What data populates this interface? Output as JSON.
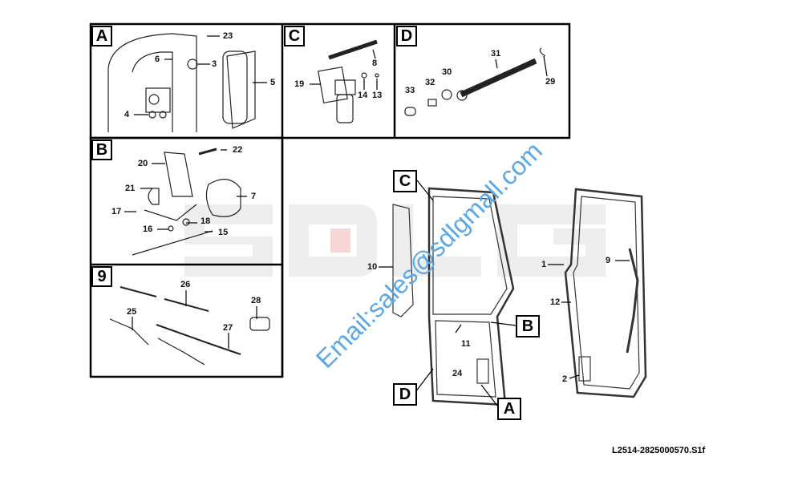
{
  "watermark_brand": "SDLG",
  "watermark_email": "Email:sales@sdlgmall.com",
  "drawing_code": "L2514-2825000570.S1f",
  "panels": {
    "A": "A",
    "C": "C",
    "D": "D",
    "B": "B",
    "9": "9"
  },
  "callouts": {
    "C": "C",
    "B": "B",
    "D": "D",
    "A": "A"
  },
  "labels": {
    "p23": "23",
    "p6": "6",
    "p3": "3",
    "p5": "5",
    "p4": "4",
    "p8": "8",
    "p19": "19",
    "p14": "14",
    "p13": "13",
    "p31": "31",
    "p30": "30",
    "p32": "32",
    "p33": "33",
    "p29": "29",
    "p22": "22",
    "p20": "20",
    "p21": "21",
    "p7": "7",
    "p17": "17",
    "p18": "18",
    "p16": "16",
    "p15": "15",
    "p26": "26",
    "p25": "25",
    "p28": "28",
    "p27": "27",
    "p10": "10",
    "p11": "11",
    "p24": "24",
    "p1": "1",
    "p9": "9",
    "p12": "12",
    "p2": "2"
  }
}
